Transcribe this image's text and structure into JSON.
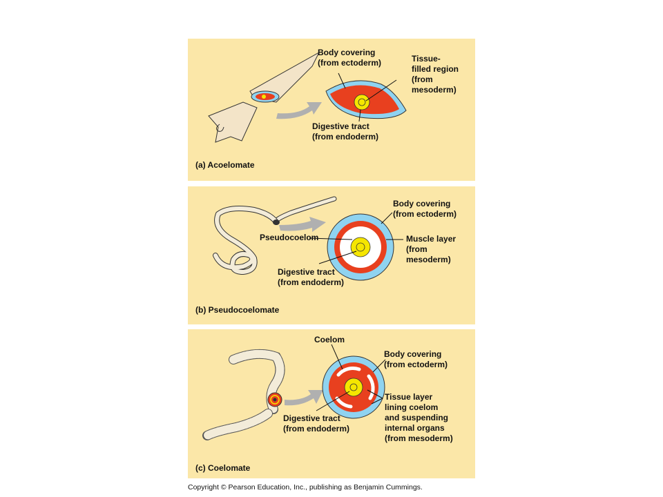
{
  "panels": {
    "a": {
      "caption": "(a) Acoelomate",
      "labels": {
        "body_covering": "Body covering\n(from ectoderm)",
        "tissue_filled": "Tissue-\nfilled region\n(from\nmesoderm)",
        "digestive": "Digestive tract\n(from endoderm)"
      }
    },
    "b": {
      "caption": "(b) Pseudocoelomate",
      "labels": {
        "body_covering": "Body covering\n(from ectoderm)",
        "pseudocoelom": "Pseudocoelom",
        "muscle_layer": "Muscle layer\n(from\nmesoderm)",
        "digestive": "Digestive tract\n(from endoderm)"
      }
    },
    "c": {
      "caption": "(c) Coelomate",
      "labels": {
        "coelom": "Coelom",
        "body_covering": "Body covering\n(from ectoderm)",
        "tissue_layer": "Tissue layer\nlining coelom\nand suspending\ninternal organs\n(from mesoderm)",
        "digestive": "Digestive tract\n(from endoderm)"
      }
    }
  },
  "copyright": "Copyright © Pearson Education, Inc., publishing as Benjamin Cummings.",
  "colors": {
    "panel_bg": "#fbe7a8",
    "ectoderm": "#8fd3f0",
    "mesoderm": "#e8401f",
    "endoderm": "#f5e600",
    "arrow": "#b0b0b0"
  }
}
